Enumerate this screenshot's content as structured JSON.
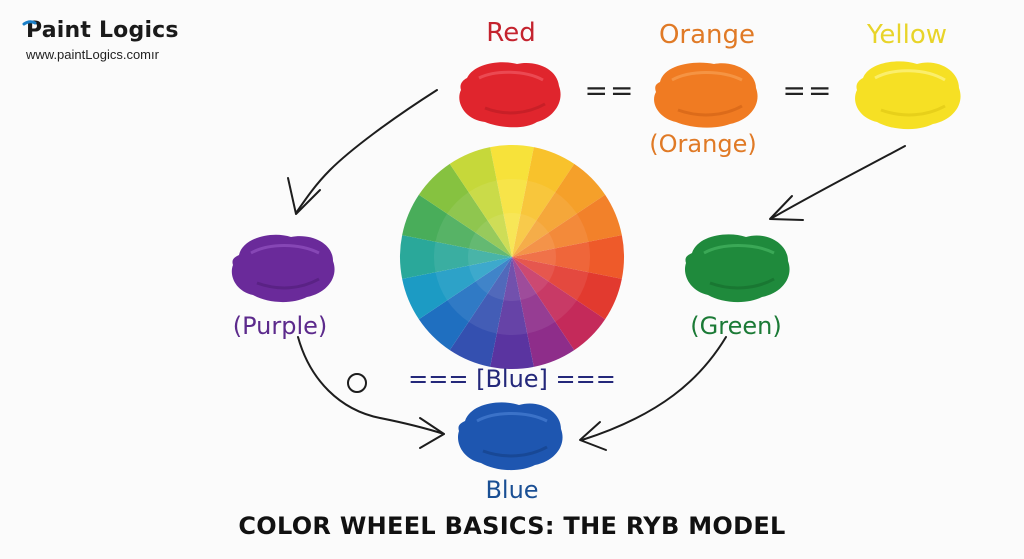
{
  "brand": {
    "name": "Paint Logics",
    "url": "www.paintLogics.comır"
  },
  "primaries": [
    {
      "key": "red",
      "label": "Red",
      "color": "#e0252d"
    },
    {
      "key": "orange",
      "label": "Orange",
      "sublabel": "(Orange)",
      "color": "#f07b22"
    },
    {
      "key": "yellow",
      "label": "Yellow",
      "color": "#f6e024"
    }
  ],
  "secondaries": [
    {
      "key": "purple",
      "label": "(Purple)",
      "color": "#6a2a9a"
    },
    {
      "key": "green",
      "label": "(Green)",
      "color": "#1f8a3c"
    }
  ],
  "blue": {
    "label": "Blue",
    "wheel_label": "=== [Blue] ===",
    "color": "#1e56b0"
  },
  "separators": [
    "==",
    "=="
  ],
  "footer": "COLOR WHEEL BASICS: THE RYB MODEL",
  "wheel_colors": [
    "#f7e23a",
    "#f8c22c",
    "#f5a02a",
    "#f2812a",
    "#ee5a2a",
    "#e23a2f",
    "#c42a5a",
    "#8e2d8a",
    "#5a34a0",
    "#3450b0",
    "#1f6fc0",
    "#1c9bc4",
    "#2aa89a",
    "#49ad5a",
    "#86c240",
    "#c6d83a"
  ],
  "label_colors": {
    "red": "#c4232e",
    "orange": "#e07a26",
    "yellow": "#e8d42a",
    "purple": "#5c2a8c",
    "green": "#1b7a36",
    "blue": "#1a4f94",
    "blue_wheel": "#24287a"
  }
}
